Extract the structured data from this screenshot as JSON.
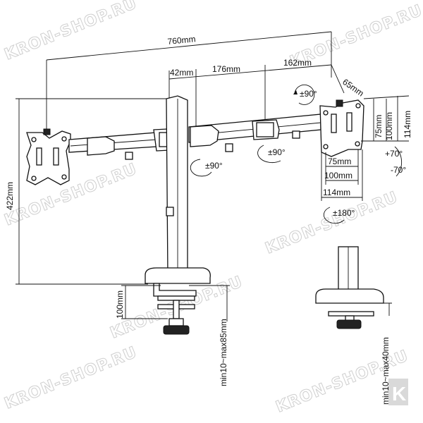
{
  "watermark": "KRON-SHOP.RU",
  "dimensions": {
    "total_width": "760mm",
    "arm_offset": "42mm",
    "arm_segment_1": "176mm",
    "arm_segment_2": "162mm",
    "head_offset": "65mm",
    "height": "422mm",
    "vesa_75_v": "75mm",
    "vesa_100_v": "100mm",
    "plate_114_v": "114mm",
    "vesa_75_h": "75mm",
    "vesa_100_h": "100mm",
    "plate_114_h": "114mm",
    "clamp_100": "100mm",
    "clamp_range": "min10~max85mm",
    "grommet_range": "min10~max40mm"
  },
  "rotations": {
    "head_swivel": "±90°",
    "arm_swivel_left": "±90°",
    "arm_swivel_right": "±90°",
    "rotation": "±180°",
    "tilt_up": "+70°",
    "tilt_down": "-70°"
  },
  "logo_letter": "K"
}
